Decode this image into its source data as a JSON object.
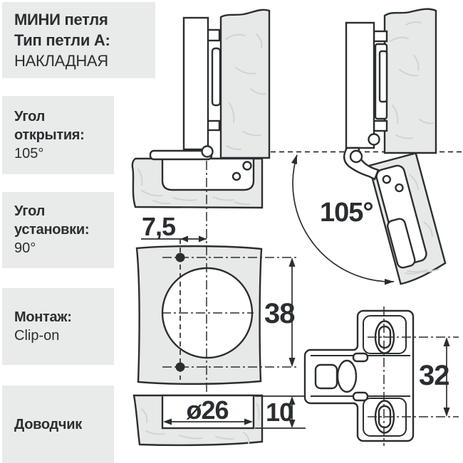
{
  "sidebar": {
    "title_lines": [
      "МИНИ петля",
      "Тип петли А:",
      "НАКЛАДНАЯ"
    ],
    "specs": [
      {
        "label": "Угол открытия:",
        "value": "105°"
      },
      {
        "label": "Угол установки:",
        "value": "90°"
      },
      {
        "label": "Монтаж:",
        "value": "Clip-on"
      },
      {
        "label": "Доводчик",
        "value": ""
      }
    ]
  },
  "dimensions": {
    "cup_offset": "7,5",
    "hole_spacing": "38",
    "cup_diameter": "ø26",
    "cup_depth": "10",
    "opening_angle": "105°",
    "plate_hole_spacing": "32"
  },
  "colors": {
    "panel_bg": "#e9ebeb",
    "wood_fill": "#e7e9e8",
    "wood_grain": "#cfd4d2",
    "line": "#2b2e30"
  }
}
